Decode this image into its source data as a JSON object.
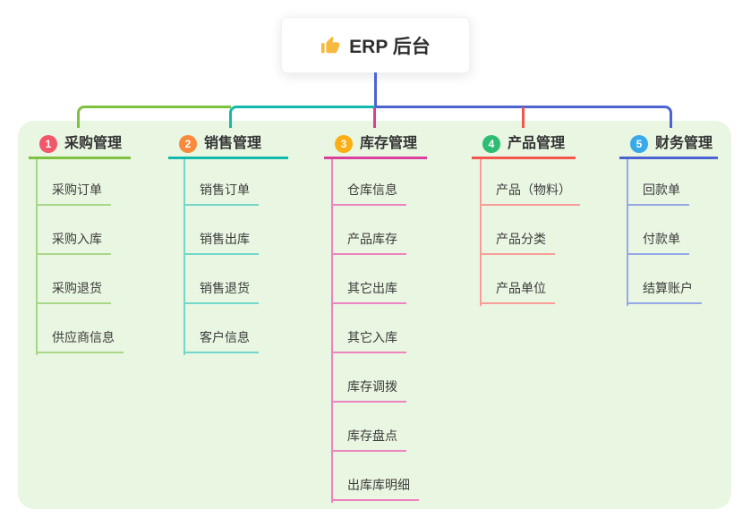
{
  "root": {
    "title": "ERP 后台",
    "icon": "thumbs-up-icon"
  },
  "branches": [
    {
      "badge": "1",
      "title": "采购管理",
      "color": "#7ec141",
      "light_color": "#a9d687",
      "badge_color": "#f2566b",
      "children": [
        "采购订单",
        "采购入库",
        "采购退货",
        "供应商信息"
      ]
    },
    {
      "badge": "2",
      "title": "销售管理",
      "color": "#14b9ac",
      "light_color": "#74d7cb",
      "badge_color": "#f98a3d",
      "children": [
        "销售订单",
        "销售出库",
        "销售退货",
        "客户信息"
      ]
    },
    {
      "badge": "3",
      "title": "库存管理",
      "color": "#da3f9d",
      "light_color": "#ee83c1",
      "badge_color": "#fbaf14",
      "children": [
        "仓库信息",
        "产品库存",
        "其它出库",
        "其它入库",
        "库存调拨",
        "库存盘点",
        "出库库明细"
      ]
    },
    {
      "badge": "4",
      "title": "产品管理",
      "color": "#f4554d",
      "light_color": "#f89d98",
      "badge_color": "#2dbd72",
      "children": [
        "产品（物料）",
        "产品分类",
        "产品单位"
      ]
    },
    {
      "badge": "5",
      "title": "财务管理",
      "color": "#4c63d2",
      "light_color": "#94a9e6",
      "badge_color": "#38a9ea",
      "children": [
        "回款单",
        "付款单",
        "结算账户"
      ]
    }
  ],
  "colors": {
    "connector": "#4c63d2",
    "panel_bg": "#e9f6e2",
    "thumb": "#f6b93b",
    "title_text": "#333333",
    "child_text": "#3c3c3c"
  }
}
